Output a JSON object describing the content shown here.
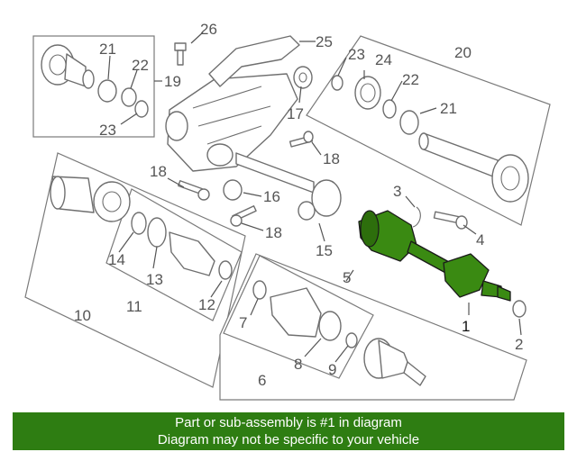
{
  "diagram": {
    "callouts": [
      "1",
      "2",
      "3",
      "4",
      "5",
      "6",
      "7",
      "8",
      "9",
      "10",
      "11",
      "12",
      "13",
      "14",
      "15",
      "16",
      "17",
      "18",
      "18",
      "18",
      "19",
      "20",
      "21",
      "21",
      "22",
      "22",
      "23",
      "23",
      "24",
      "25",
      "26"
    ],
    "highlight_color": "#3a8a12"
  },
  "banner": {
    "line1": "Part or sub-assembly is #1 in diagram",
    "line2": "Diagram may not be specific to your vehicle",
    "background": "#2e7d12"
  }
}
